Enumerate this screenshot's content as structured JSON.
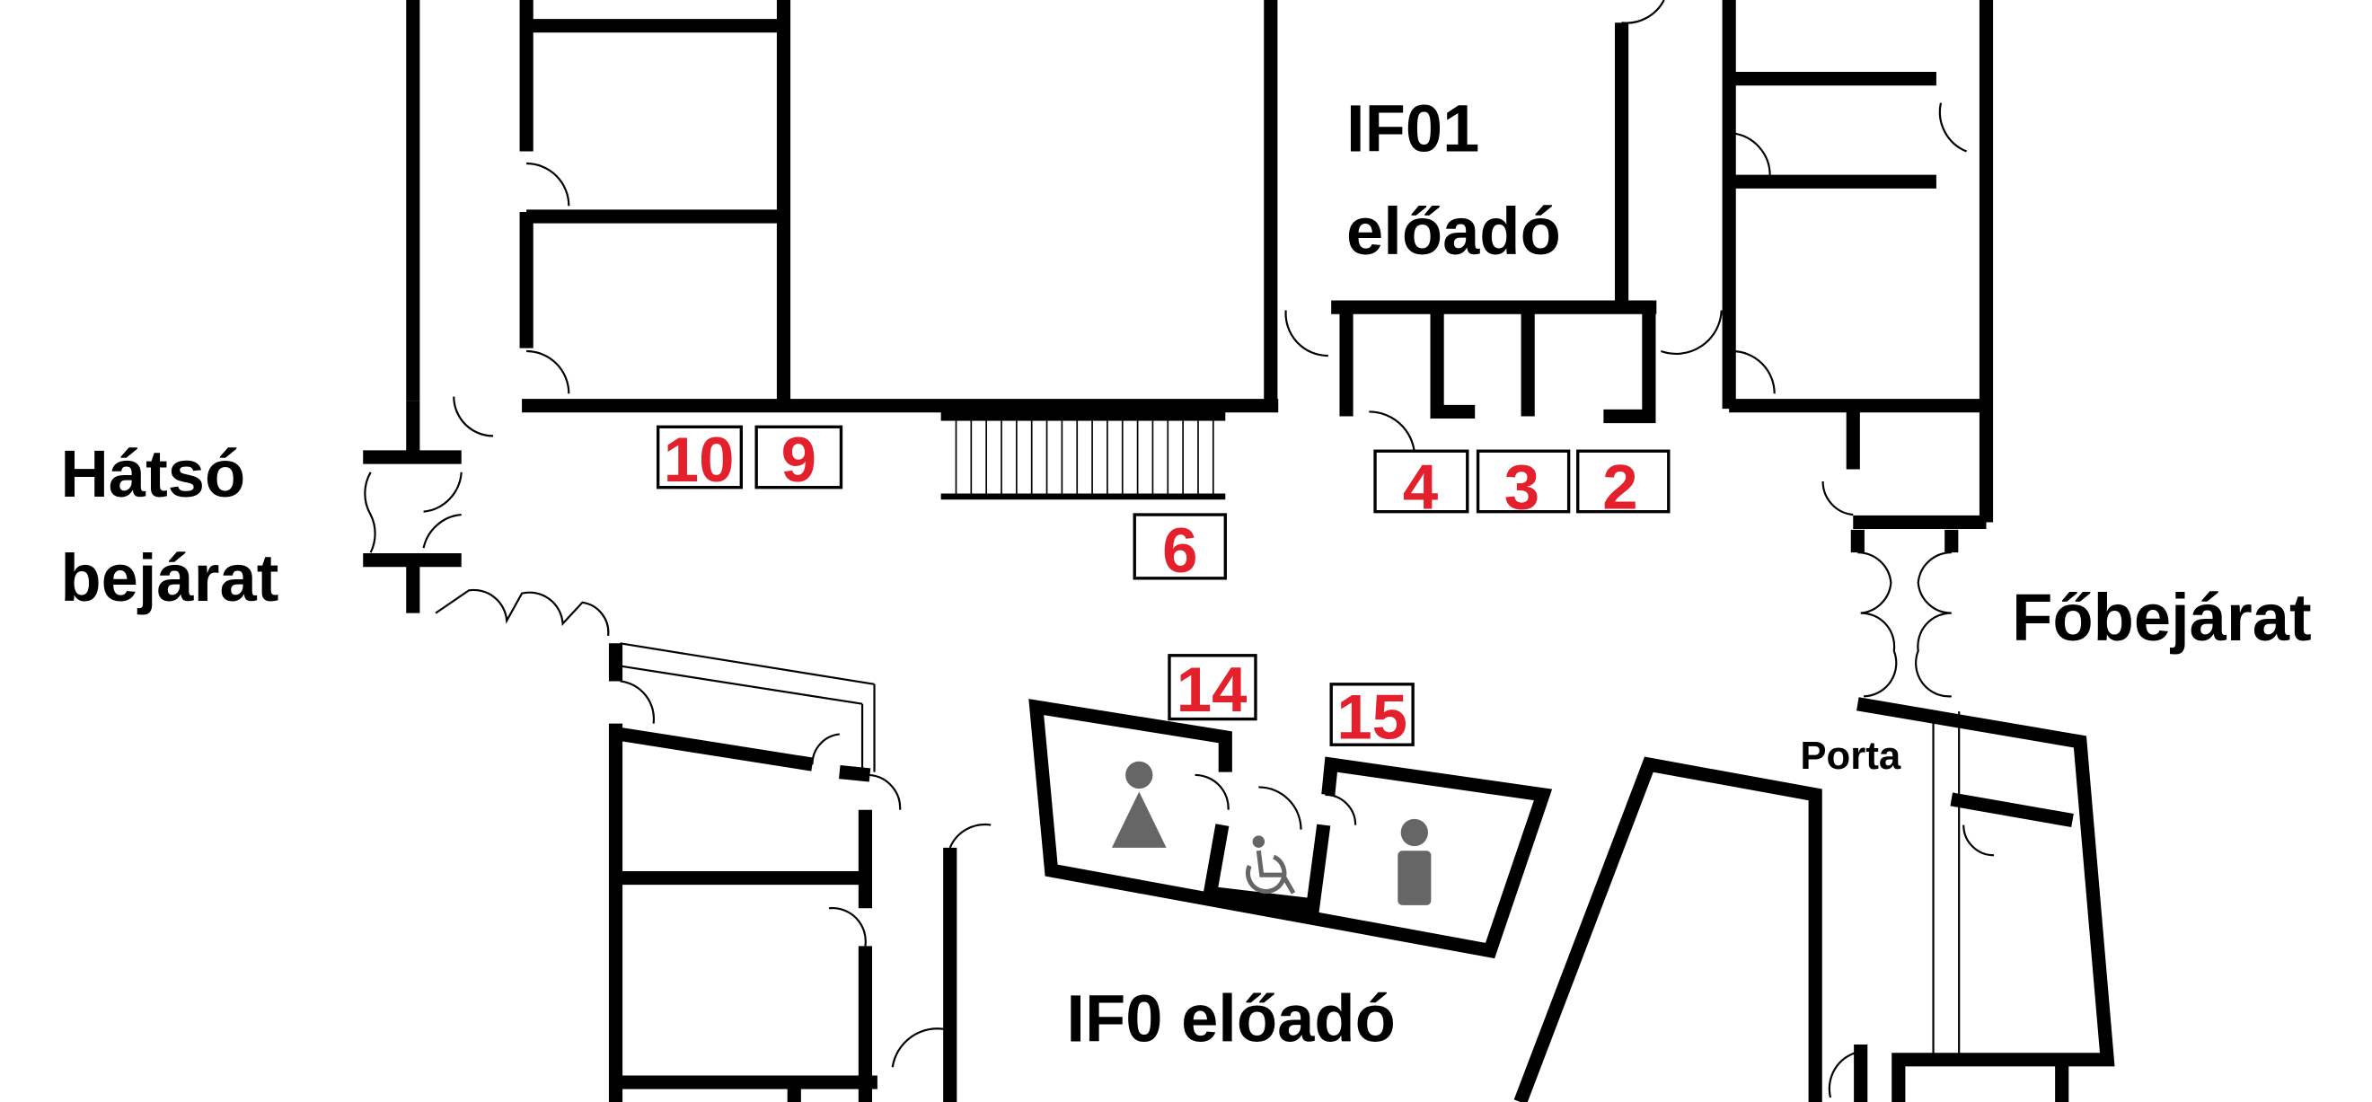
{
  "rooms": {
    "if01": {
      "line1": "IF01",
      "line2": "előadó"
    },
    "if0": "IF0 előadó",
    "back_entrance": {
      "line1": "Hátsó",
      "line2": "bejárat"
    },
    "main_entrance": "Főbejárat",
    "porta": "Porta"
  },
  "markers": [
    {
      "id": "10"
    },
    {
      "id": "9"
    },
    {
      "id": "6"
    },
    {
      "id": "4"
    },
    {
      "id": "3"
    },
    {
      "id": "2"
    },
    {
      "id": "14"
    },
    {
      "id": "15"
    }
  ],
  "icons": [
    "female-toilet-icon",
    "wheelchair-accessible-toilet-icon",
    "male-toilet-icon"
  ],
  "colors": {
    "marker_text": "#e3202b",
    "walls": "#000000",
    "toilet_icons": "#666666"
  }
}
